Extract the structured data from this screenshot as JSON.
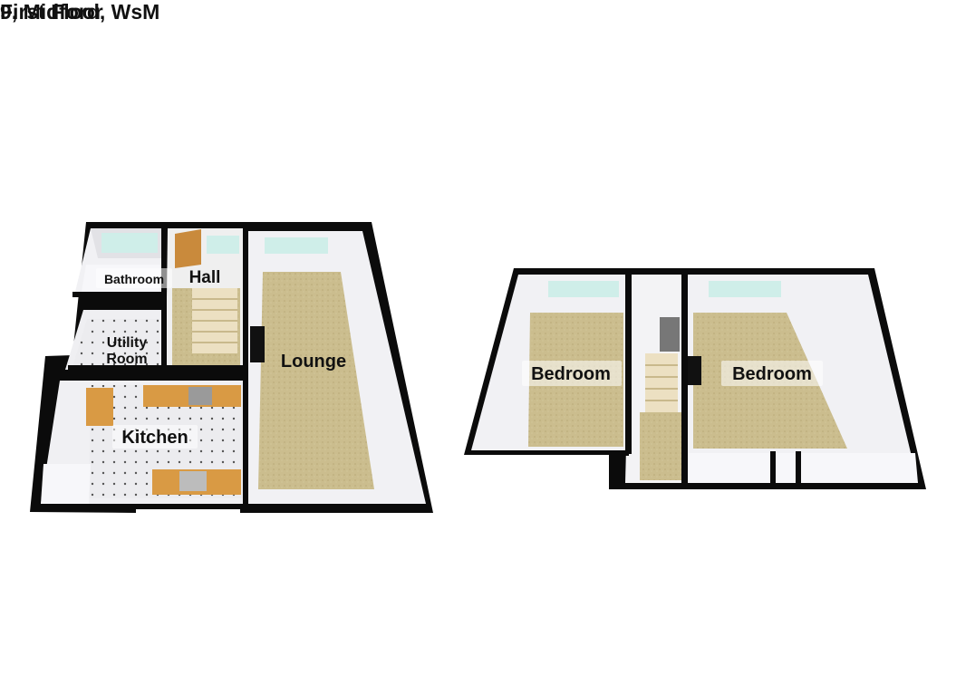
{
  "ground_floor": {
    "title": "9, Midford, WsM",
    "rooms": {
      "bathroom": "Bathroom",
      "hall": "Hall",
      "utility_line1": "Utility",
      "utility_line2": "Room",
      "lounge": "Lounge",
      "kitchen": "Kitchen"
    }
  },
  "first_floor": {
    "title": "First Floor",
    "rooms": {
      "bedroom_left": "Bedroom",
      "bedroom_right": "Bedroom"
    }
  },
  "colors": {
    "wall": "#0b0b0b",
    "carpet": "#c8b98a",
    "tile": "#e8e8ec",
    "wall_face": "#f3f3f5",
    "worktop": "#d99a44",
    "window": "#cfeee9",
    "stairs": "#ece0c2"
  }
}
